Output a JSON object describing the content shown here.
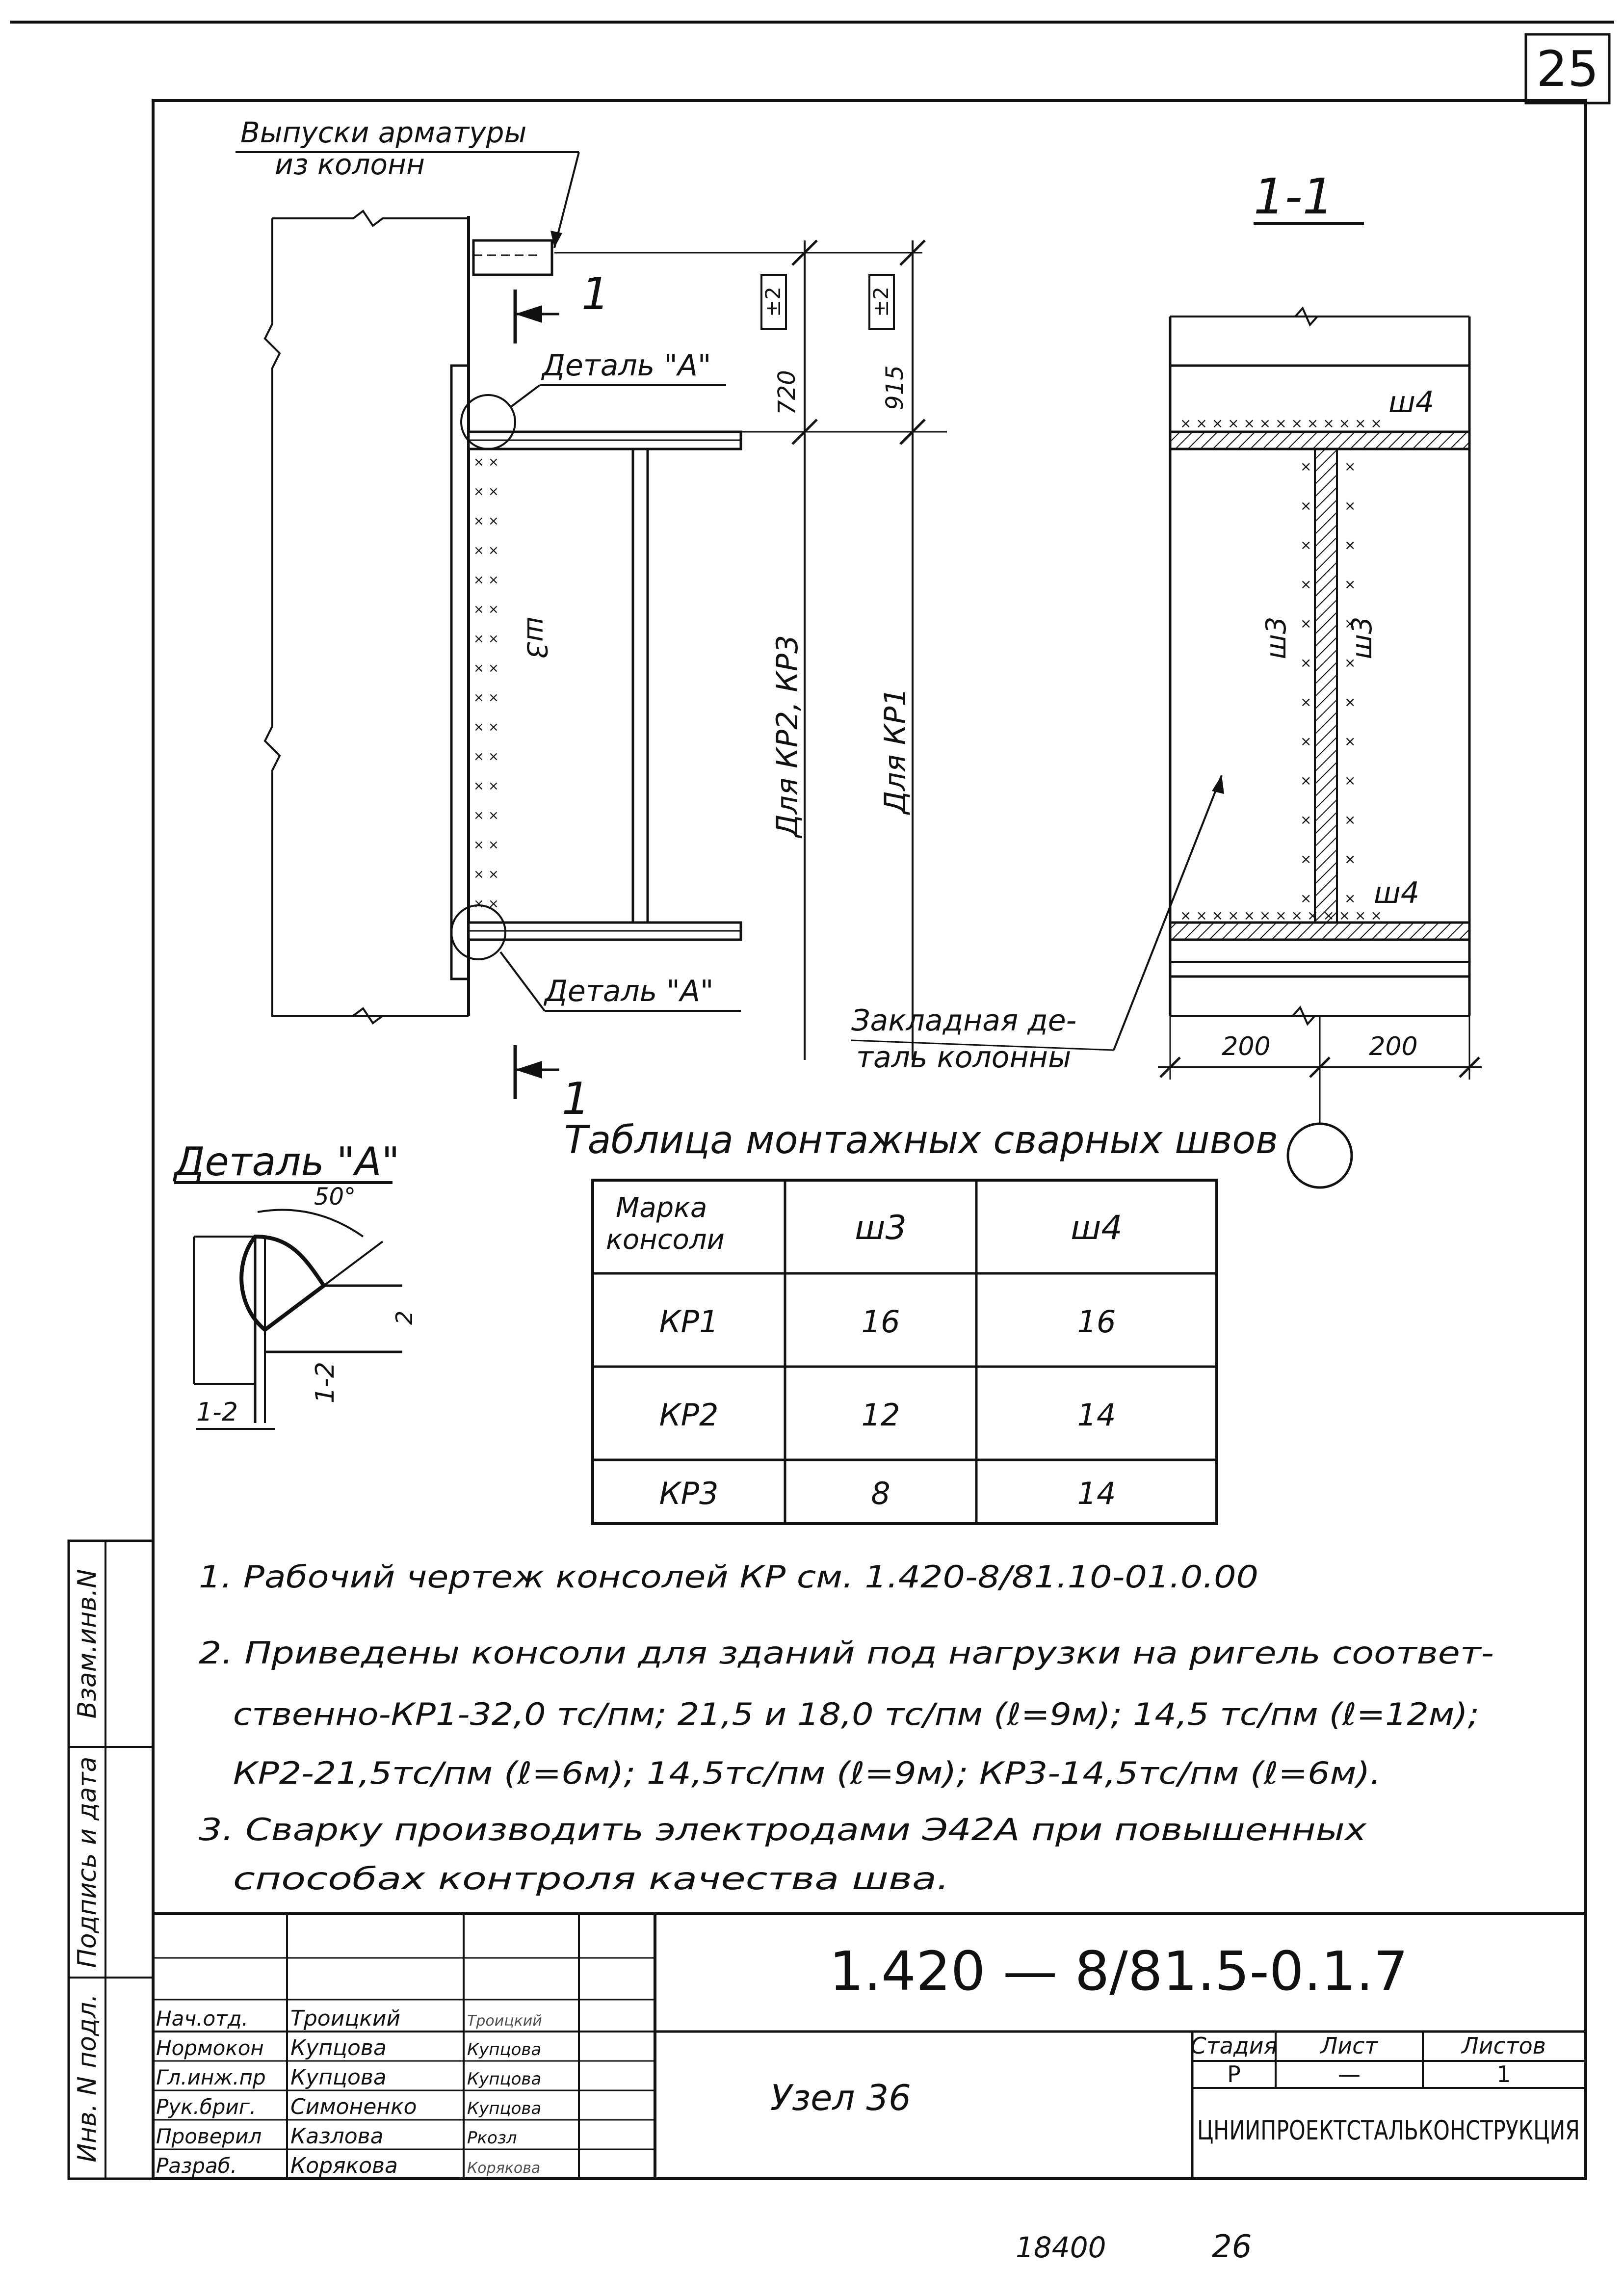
{
  "page_number": "25",
  "section_mark": "1-1",
  "labels": {
    "rebar_outlets_line1": "Выпуски арматуры",
    "rebar_outlets_line2": "из колонн",
    "detail_a_top": "Деталь \"А\"",
    "detail_a_bottom": "Деталь \"А\"",
    "embedded_part_line1": "Закладная де-",
    "embedded_part_line2": "таль колонны",
    "section_arrow_top": "1",
    "section_arrow_bottom": "1",
    "dim_720": "720",
    "dim_915": "915",
    "tol_1": "±2",
    "tol_2": "±2",
    "for_kr2_kr3": "Для КР2, КР3",
    "for_kr1": "Для КР1",
    "weld_sh3_left": "ш3",
    "weld_sh3_sec_a": "ш3",
    "weld_sh3_sec_b": "ш3",
    "weld_sh4_top": "ш4",
    "weld_sh4_bottom": "ш4",
    "dim_200_left": "200",
    "dim_200_right": "200"
  },
  "detail": {
    "title": "Деталь \"А\"",
    "angle": "50°",
    "dim_a": "1-2",
    "dim_b": "1-2",
    "dim_c": "2"
  },
  "weld_table": {
    "title": "Таблица монтажных сварных швов",
    "headers": [
      "Марка консоли",
      "ш3",
      "ш4"
    ],
    "rows": [
      [
        "КР1",
        "16",
        "16"
      ],
      [
        "КР2",
        "12",
        "14"
      ],
      [
        "КР3",
        "8",
        "14"
      ]
    ]
  },
  "notes": [
    "1. Рабочий чертеж консолей КР см. 1.420-8/81.10-01.0.00",
    "2. Приведены консоли для зданий под нагрузки на ригель соответ-",
    "ственно-КР1-32,0 тс/пм; 21,5 и 18,0 тс/пм (ℓ=9м); 14,5 тс/пм (ℓ=12м);",
    "КР2-21,5тс/пм (ℓ=6м); 14,5тс/пм (ℓ=9м); КР3-14,5тс/пм (ℓ=6м).",
    "3. Сварку производить электродами Э42А при повышенных",
    "способах контроля качества шва."
  ],
  "side_stamp": {
    "inv_podl": "Инв. N подл.",
    "sign_date": "Подпись и дата",
    "vzam_inv": "Взам.инв.N"
  },
  "title_block": {
    "doc_code": "1.420 — 8/81.5-0.1.7",
    "node_name": "Узел 36",
    "organization": "ЦНИИПРОЕКТСТАЛЬКОНСТРУКЦИЯ",
    "stage_header": "Стадия",
    "sheet_header": "Лист",
    "sheets_header": "Листов",
    "stage": "Р",
    "sheet": "—",
    "sheets": "1",
    "staff": [
      {
        "role": "Нач.отд.",
        "name": "Троицкий",
        "sign": "Троицкий"
      },
      {
        "role": "Нормокон",
        "name": "Купцова",
        "sign": "Купцова"
      },
      {
        "role": "Гл.инж.пр",
        "name": "Купцова",
        "sign": "Купцова"
      },
      {
        "role": "Рук.бриг.",
        "name": "Симоненко",
        "sign": "Купцова"
      },
      {
        "role": "Проверил",
        "name": "Казлова",
        "sign": "Ркозл"
      },
      {
        "role": "Разраб.",
        "name": "Корякова",
        "sign": "Корякова"
      }
    ]
  },
  "footer": {
    "archive_number": "18400",
    "page": "26"
  }
}
